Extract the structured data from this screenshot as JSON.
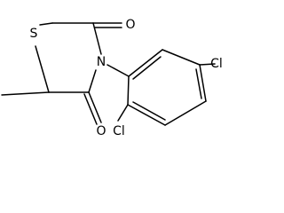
{
  "molecule": {
    "atoms": {
      "sulfur": "S",
      "oxygen_top": "O",
      "oxygen_bottom": "O",
      "nitrogen": "N",
      "chlorine_right": "Cl",
      "chlorine_bottom": "Cl"
    }
  }
}
